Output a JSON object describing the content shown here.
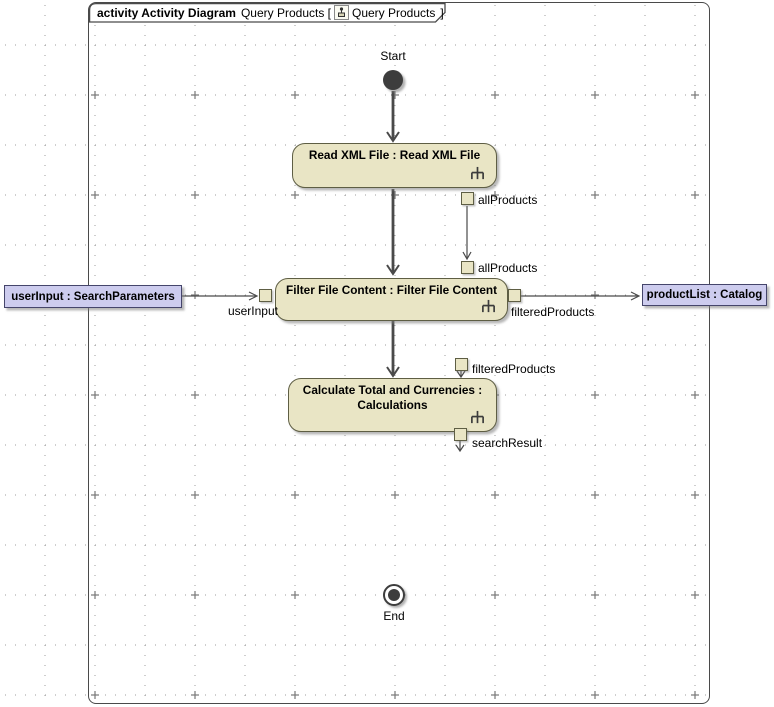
{
  "diagram": {
    "tab": {
      "keyword": "activity Activity Diagram",
      "ref_pre": "Query Products [",
      "ref_name": "Query Products",
      "ref_close": "]"
    },
    "nodes": {
      "start": {
        "label": "Start"
      },
      "read_xml": {
        "label": "Read XML File : Read XML File"
      },
      "filter": {
        "label": "Filter File Content : Filter File Content"
      },
      "calculate": {
        "line1": "Calculate Total and Currencies :",
        "line2": "Calculations"
      },
      "end_node": {
        "label": "End"
      },
      "user_input": {
        "label": "userInput : SearchParameters"
      },
      "product_list": {
        "label": "productList : Catalog"
      }
    },
    "pins": {
      "all_products_out": {
        "label": "allProducts"
      },
      "all_products_in": {
        "label": "allProducts"
      },
      "user_input_pin": {
        "label": "userInput"
      },
      "filtered_products_out": {
        "label": "filteredProducts"
      },
      "filtered_products_in": {
        "label": "filteredProducts"
      },
      "search_result_out": {
        "label": "searchResult"
      }
    },
    "colors": {
      "action_fill": "#e9e5c5",
      "action_border": "#5e5e44",
      "object_fill": "#cdccee",
      "object_border": "#45456b",
      "frame_border": "#4a4a4a",
      "edge": "#4a4a4a",
      "grid_dot": "#9c9c9c"
    }
  }
}
